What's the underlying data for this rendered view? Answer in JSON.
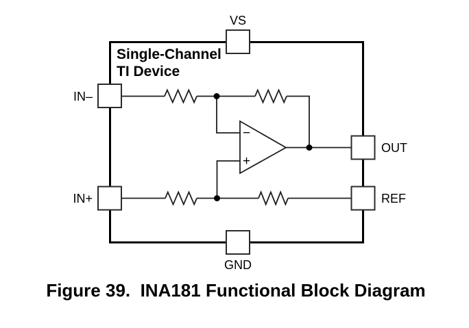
{
  "diagram": {
    "device_label": {
      "line1": "Single-Channel",
      "line2": "TI Device"
    },
    "pins": {
      "vs": "VS",
      "in_minus": "IN–",
      "in_plus": "IN+",
      "out": "OUT",
      "ref": "REF",
      "gnd": "GND"
    },
    "opamp": {
      "inverting_label": "−",
      "noninverting_label": "+"
    },
    "colors": {
      "background": "#ffffff",
      "wire": "#1f1f1f",
      "border": "#000000",
      "text": "#000000"
    }
  },
  "caption": "Figure 39.  INA181 Functional Block Diagram"
}
